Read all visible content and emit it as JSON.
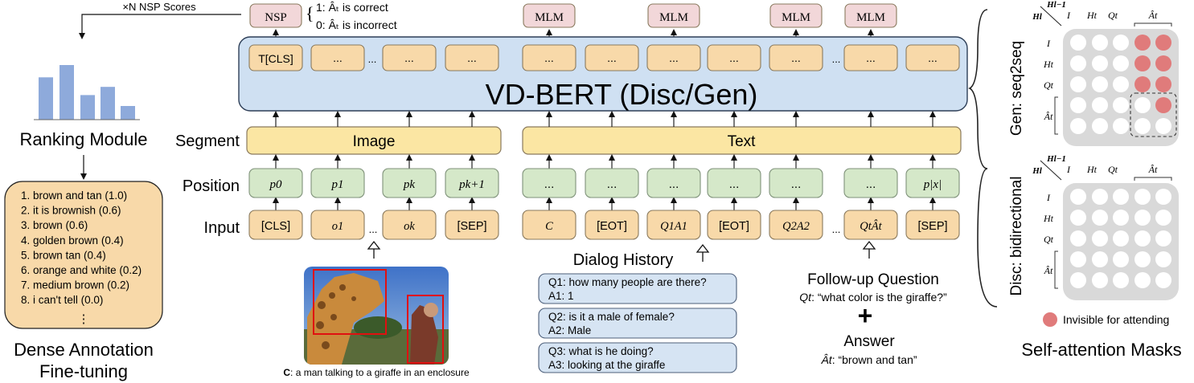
{
  "nsp_scores_label": "×N NSP Scores",
  "ranking_module": {
    "title": "Ranking Module",
    "bars": [
      0.62,
      0.8,
      0.36,
      0.48,
      0.2
    ]
  },
  "candidate_answers": [
    "1. brown and tan (1.0)",
    "2. it is brownish (0.6)",
    "3. brown (0.6)",
    "4. golden brown (0.4)",
    "5. brown tan (0.4)",
    "6. orange and white (0.2)",
    "7. medium brown (0.2)",
    "8. i can't tell (0.0)"
  ],
  "candidate_more": "⋮",
  "dense_annotation": {
    "line1": "Dense Annotation",
    "line2": "Fine-tuning"
  },
  "heads": {
    "nsp": "NSP",
    "mlm": [
      "MLM",
      "MLM",
      "MLM",
      "MLM"
    ],
    "nsp_correct": "1: Âₜ is correct",
    "nsp_incorrect": "0: Âₜ is incorrect"
  },
  "model": {
    "title": "VD-BERT (Disc/Gen)",
    "tokens_left": [
      "T[CLS]",
      "...",
      "...",
      "..."
    ],
    "tokens_right": [
      "...",
      "...",
      "...",
      "...",
      "...",
      "...",
      "..."
    ]
  },
  "rows": {
    "segment": "Segment",
    "position": "Position",
    "input": "Input"
  },
  "segment": {
    "image": "Image",
    "text": "Text"
  },
  "positions_image": [
    "p0",
    "p1",
    "pk",
    "pk+1"
  ],
  "positions_text": [
    "...",
    "...",
    "...",
    "...",
    "...",
    "...",
    "p|x|"
  ],
  "inputs_image": [
    "[CLS]",
    "o1",
    "ok",
    "[SEP]"
  ],
  "inputs_text": [
    "C",
    "[EOT]",
    "Q1A1",
    "[EOT]",
    "Q2A2",
    "QtÂt",
    "[SEP]"
  ],
  "ellipsis": "...",
  "image_caption": {
    "bold": "C",
    "text": ": a man talking to a giraffe in an enclosure"
  },
  "dialog_history": {
    "title": "Dialog History",
    "turns": [
      {
        "q_label": "Q1",
        "q": ": how many people are there?",
        "a_label": "A1",
        "a": ": 1"
      },
      {
        "q_label": "Q2",
        "q": ": is it a male of female?",
        "a_label": "A2",
        "a": ": Male"
      },
      {
        "q_label": "Q3",
        "q": ": what is he doing?",
        "a_label": "A3",
        "a": ": looking at the giraffe"
      }
    ]
  },
  "followup": {
    "title": "Follow-up Question",
    "question_label": "Qt",
    "question": ": “what color is the giraffe?”",
    "plus": "+",
    "answer_title": "Answer",
    "answer_label": "Ât",
    "answer": ": “brown and tan”"
  },
  "masks": {
    "gen_label": "Gen: seq2seq",
    "disc_label": "Disc: bidirectional",
    "row_headers": [
      "I",
      "Ht",
      "Qt",
      "Ât"
    ],
    "col_headers": [
      "I",
      "Ht",
      "Qt",
      "Ât"
    ],
    "corner_top": "Hl−1",
    "corner_bottom": "Hl",
    "gen_invisible": [
      [
        0,
        0,
        0,
        1,
        1
      ],
      [
        0,
        0,
        0,
        1,
        1
      ],
      [
        0,
        0,
        0,
        1,
        1
      ],
      [
        0,
        0,
        0,
        0,
        1
      ],
      [
        0,
        0,
        0,
        0,
        0
      ]
    ],
    "legend": "Invisible for attending",
    "caption": "Self-attention Masks",
    "colors": {
      "invisible": "#e07b7b",
      "visible": "#ffffff",
      "grid": "#d9d9d9"
    }
  },
  "colors": {
    "token_fill": "#f8d9a9",
    "token_stroke": "#8a7a5e",
    "model_fill": "#cfe0f2",
    "model_stroke": "#2d3e57",
    "segment_fill": "#fbe6a3",
    "position_fill": "#d5e8c9",
    "head_fill": "#f2d7d9",
    "bar_fill": "#8eaadb",
    "answer_box_fill": "#f8d9a9",
    "dialog_fill": "#d6e4f3"
  }
}
